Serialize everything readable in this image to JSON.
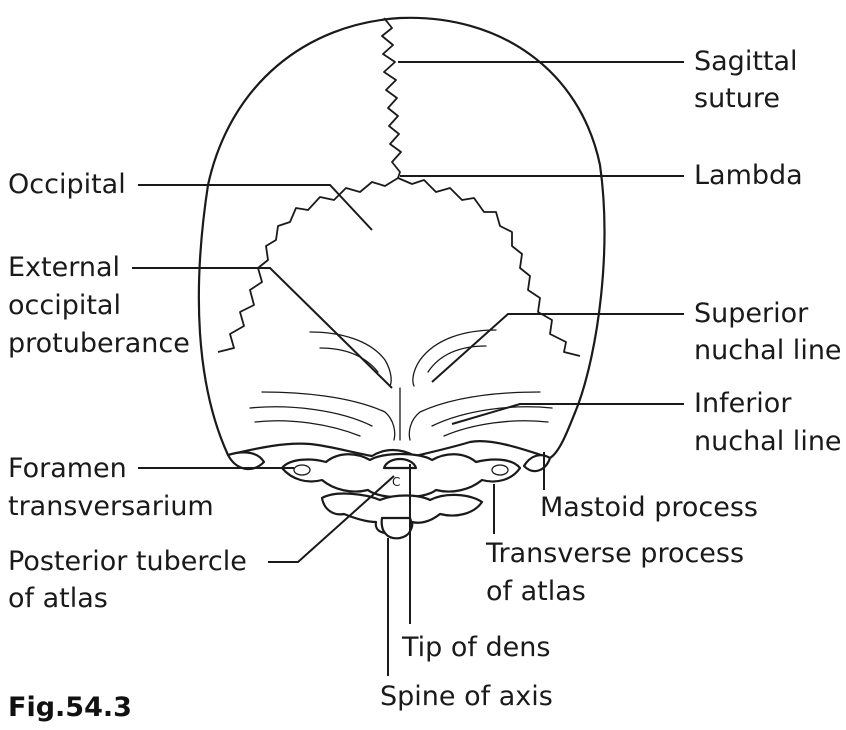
{
  "figure_label": "Fig.54.3",
  "small_mark": "C",
  "labels": {
    "sagittal_suture": [
      "Sagittal",
      "suture"
    ],
    "lambda": [
      "Lambda"
    ],
    "occipital": [
      "Occipital"
    ],
    "external_occipital_protuberance": [
      "External",
      "occipital",
      "protuberance"
    ],
    "superior_nuchal_line": [
      "Superior",
      "nuchal line"
    ],
    "inferior_nuchal_line": [
      "Inferior",
      "nuchal line"
    ],
    "foramen_transversarium": [
      "Foramen",
      "transversarium"
    ],
    "mastoid_process": [
      "Mastoid process"
    ],
    "posterior_tubercle_of_atlas": [
      "Posterior tubercle",
      "of atlas"
    ],
    "transverse_process_of_atlas": [
      "Transverse process",
      "of atlas"
    ],
    "tip_of_dens": [
      "Tip of dens"
    ],
    "spine_of_axis": [
      "Spine of axis"
    ]
  }
}
